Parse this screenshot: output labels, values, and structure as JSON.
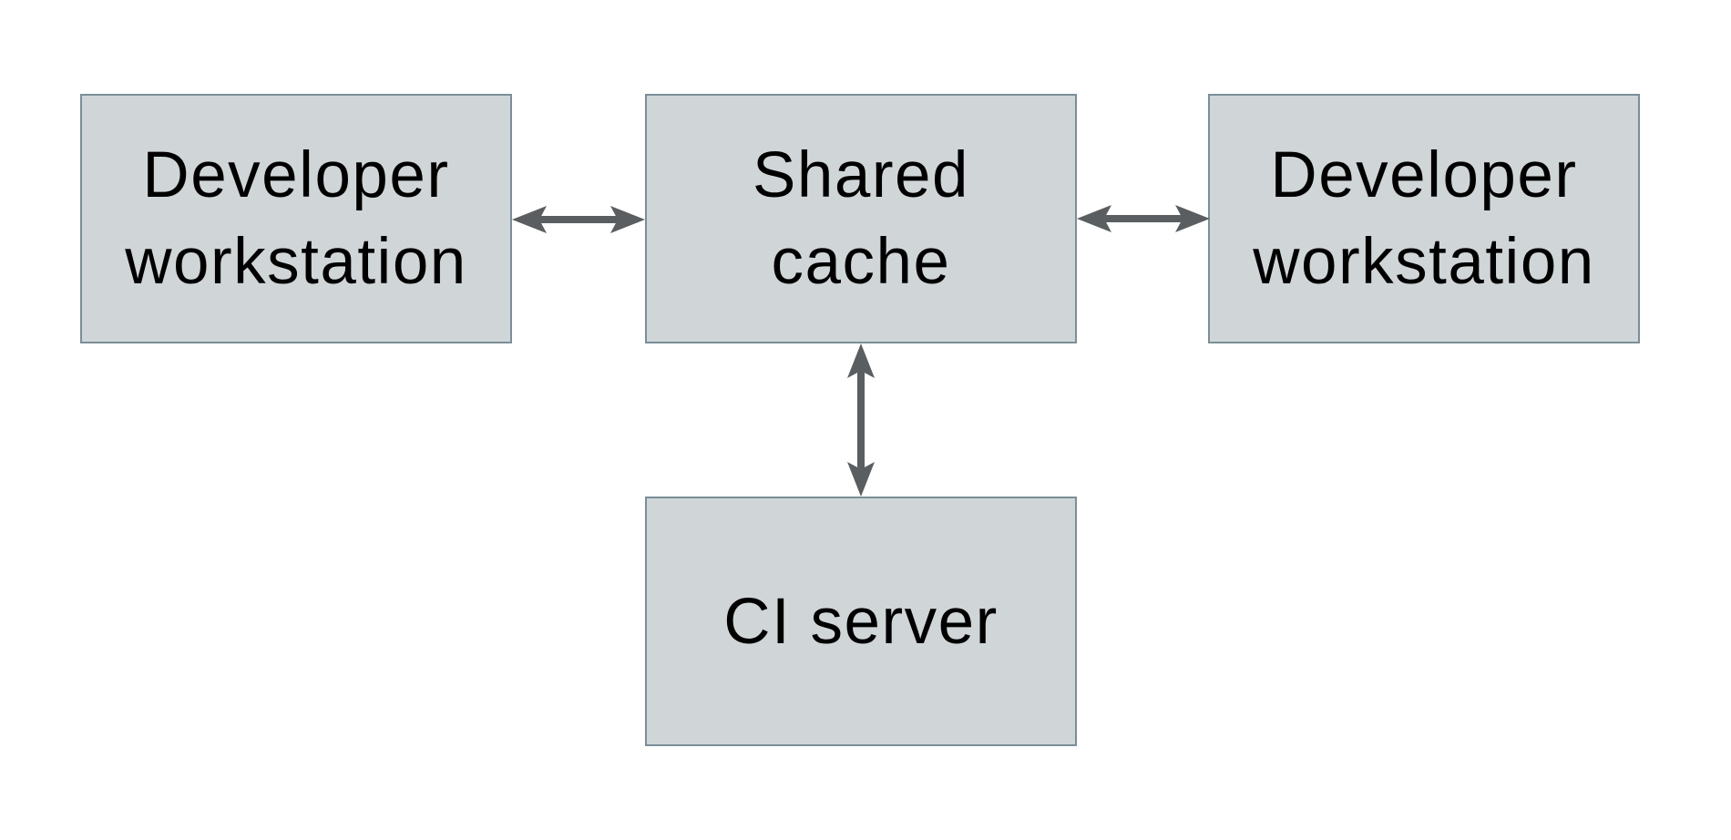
{
  "diagram": {
    "type": "architecture-diagram",
    "nodes": [
      {
        "id": "developer-workstation-left",
        "label": "Developer\nworkstation"
      },
      {
        "id": "shared-cache",
        "label": "Shared\ncache"
      },
      {
        "id": "developer-workstation-right",
        "label": "Developer\nworkstation"
      },
      {
        "id": "ci-server",
        "label": "CI server"
      }
    ],
    "edges": [
      {
        "from": "developer-workstation-left",
        "to": "shared-cache",
        "direction": "bidirectional"
      },
      {
        "from": "shared-cache",
        "to": "developer-workstation-right",
        "direction": "bidirectional"
      },
      {
        "from": "shared-cache",
        "to": "ci-server",
        "direction": "bidirectional"
      }
    ],
    "colors": {
      "background": "#ffffff",
      "node_fill": "#d0d6d8",
      "node_border": "#7a8f99",
      "arrow": "#5a5e60",
      "text": "#000000"
    }
  }
}
